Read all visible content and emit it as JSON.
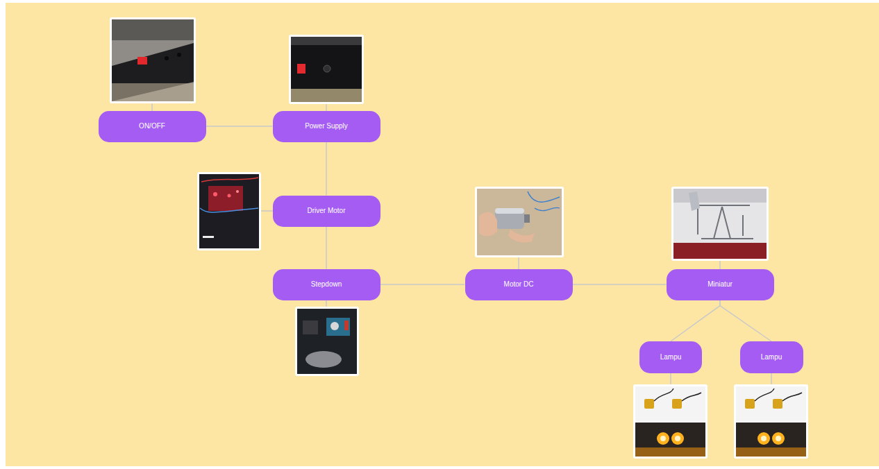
{
  "diagram": {
    "nodes": [
      {
        "text": [
          "ON/OFF"
        ]
      },
      {
        "text": [
          "Power Supply"
        ]
      },
      {
        "text": [
          "Driver Motor"
        ]
      },
      {
        "text": [
          "Stepdown"
        ]
      },
      {
        "text": [
          "Motor DC"
        ]
      },
      {
        "text": [
          "Miniatur"
        ]
      },
      {
        "text": [
          "Lampu"
        ]
      },
      {
        "text": [
          "Lampu"
        ]
      }
    ],
    "edges": [
      {
        "from": 0,
        "to": 1,
        "arrow": "none"
      },
      {
        "from": 1,
        "to": 2,
        "arrow": "none"
      },
      {
        "from": 2,
        "to": 3,
        "arrow": "none"
      },
      {
        "from": 3,
        "to": 4,
        "arrow": "none"
      },
      {
        "from": 4,
        "to": 5,
        "arrow": "none"
      },
      {
        "from": 5,
        "to": 6,
        "arrow": "none"
      },
      {
        "from": 5,
        "to": 7,
        "arrow": "none"
      }
    ]
  }
}
